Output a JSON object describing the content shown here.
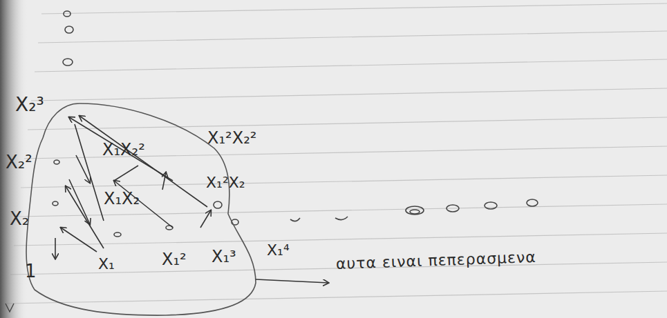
{
  "diagram": {
    "labels": [
      "X₂³",
      "X₁X₂²",
      "X₁²X₂²",
      "X₂²",
      "X₁²X₂",
      "X₁X₂",
      "X₂",
      "1",
      "X₁",
      "X₁²",
      "X₁³",
      "X₁⁴",
      "αυτα ειναι πεπερασμενα"
    ]
  }
}
